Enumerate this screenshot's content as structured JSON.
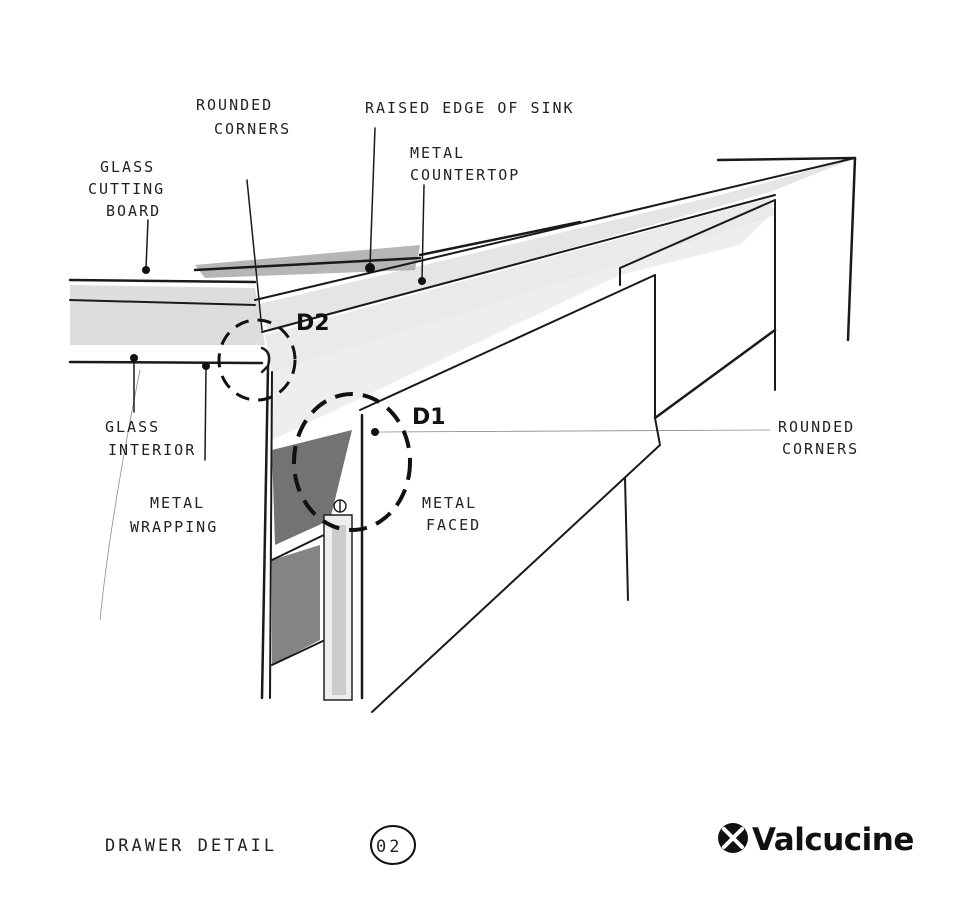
{
  "labels": {
    "rounded_corners_top": [
      "ROUNDED",
      "CORNERS"
    ],
    "raised_edge": "RAISED EDGE OF SINK",
    "metal_countertop": [
      "METAL",
      "COUNTERTOP"
    ],
    "glass_cutting_board": [
      "GLASS",
      "CUTTING",
      "BOARD"
    ],
    "glass_interior": [
      "GLASS",
      "INTERIOR"
    ],
    "metal_wrapping": [
      "METAL",
      "WRAPPING"
    ],
    "metal_faced": [
      "METAL",
      "FACED"
    ],
    "rounded_corners_right": [
      "ROUNDED",
      "CORNERS"
    ],
    "detail_d1": "D1",
    "detail_d2": "D2"
  },
  "footer": {
    "title": "DRAWER DETAIL",
    "number": "02",
    "brand": "Valcucine"
  },
  "icons": {
    "brand_mark": "valcucine-x-mark-icon",
    "hinge_marker": "circle-marker-icon"
  }
}
